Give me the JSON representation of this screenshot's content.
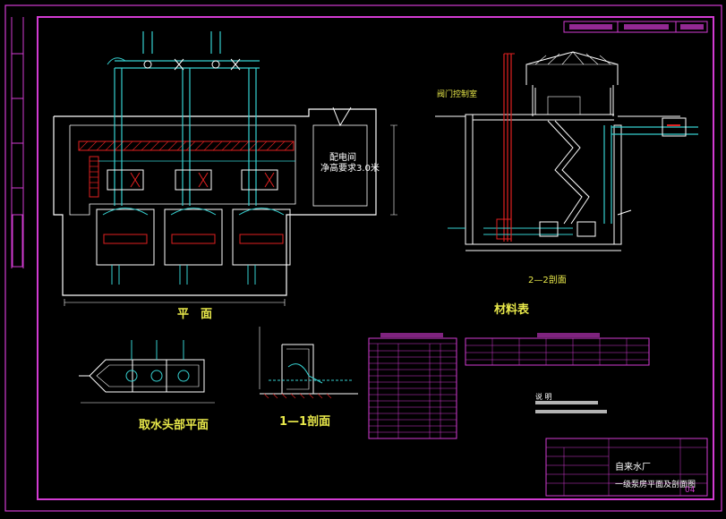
{
  "labels": {
    "plan_title": "平　面",
    "intake_plan_title": "取水头部平面",
    "section11_title": "1—1剖面",
    "section22_title": "2—2剖面",
    "materials_title": "材料表",
    "dist_room": "配电间",
    "floor_elev": "净高要求3.0米",
    "valve_room": "阀门控制室",
    "plant_name": "自来水厂",
    "sheet_title": "一级泵房平面及剖面图",
    "sheet_no": "04",
    "notes_heading": "说 明"
  },
  "colors": {
    "frame": "#d23bd2",
    "pipe": "#36d0d0",
    "wall": "#ffffff",
    "text": "#e8e84a",
    "accent": "#e02020"
  }
}
